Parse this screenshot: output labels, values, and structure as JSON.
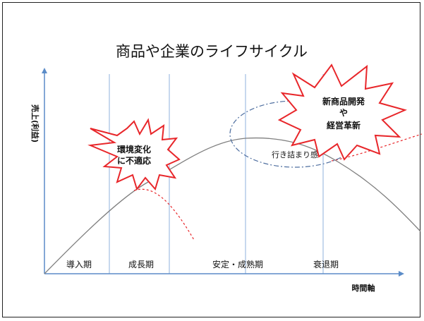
{
  "title": "商品や企業のライフサイクル",
  "y_axis_label": "売上(利益)",
  "x_axis_label": "時間軸",
  "stages": [
    "導入期",
    "成長期",
    "安定・成熟期",
    "衰退期"
  ],
  "annotations": {
    "burst_left": [
      "環境変化",
      "に不適応"
    ],
    "burst_right": [
      "新商品開発",
      "や",
      "経営革新"
    ],
    "stall": "行き詰まり感"
  },
  "colors": {
    "axis": "#5b8cc8",
    "divider": "#8fb0dc",
    "curve": "#7f7f7f",
    "burst": "#e8262a",
    "dashed": "#e8262a",
    "ellipse": "#4f6fa0"
  }
}
